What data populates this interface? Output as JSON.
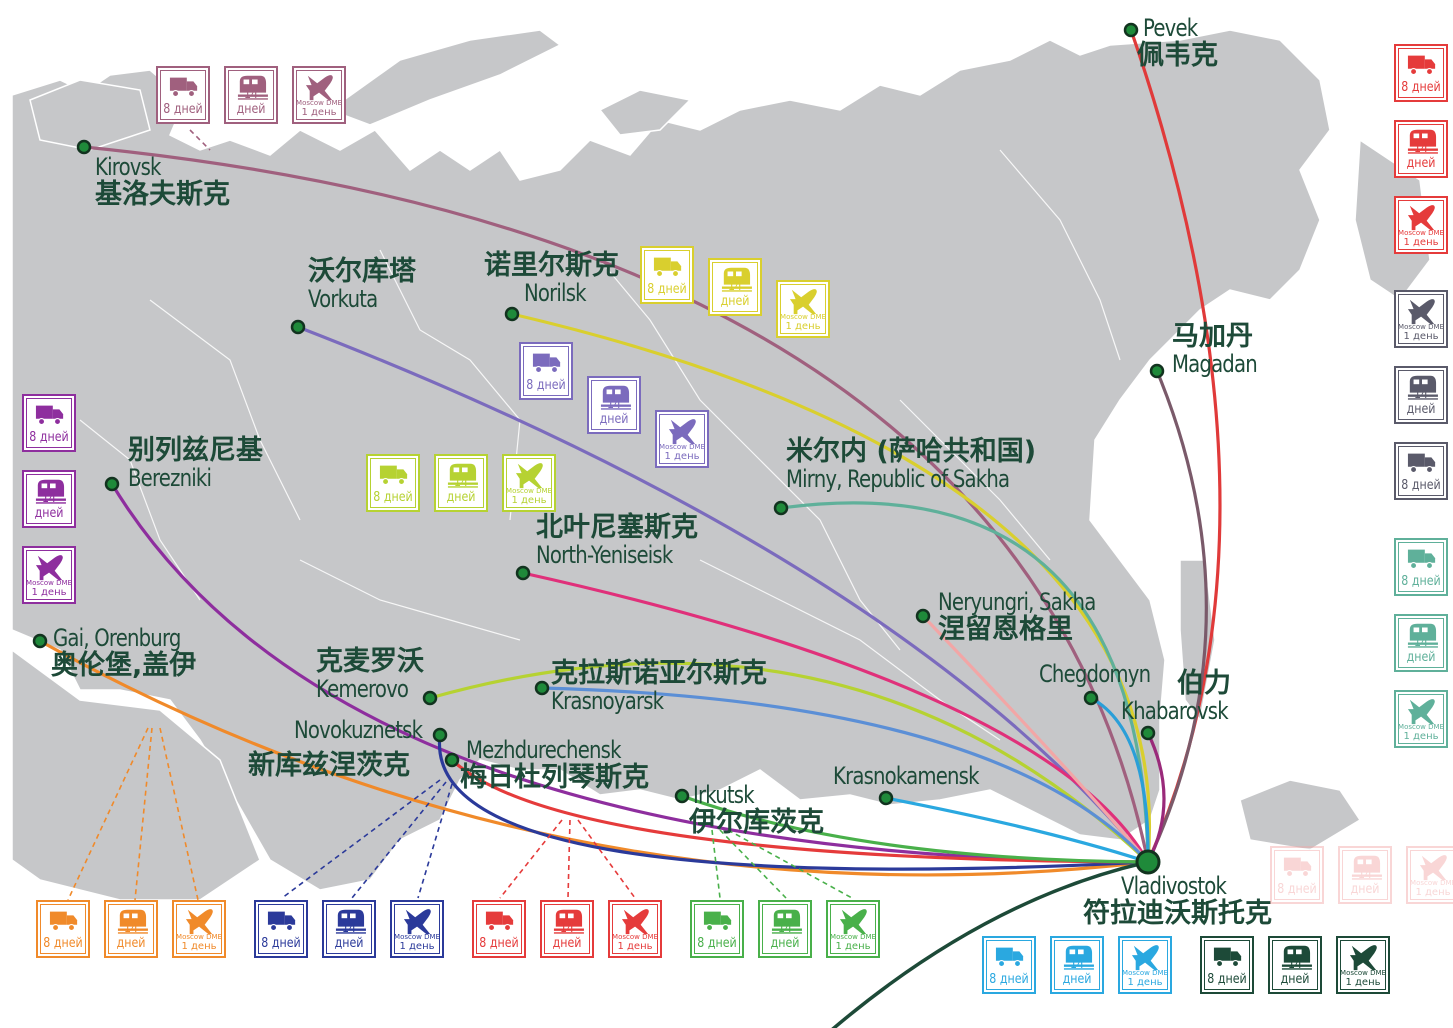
{
  "labels": {
    "kirovsk": {
      "ru": "Kirovsk",
      "zh": "基洛夫斯克"
    },
    "vorkuta": {
      "ru": "Vorkuta",
      "zh": "沃尔库塔"
    },
    "norilsk": {
      "ru": "Norilsk",
      "zh": "诺里尔斯克"
    },
    "pevek": {
      "ru": "Pevek",
      "zh": "佩韦克"
    },
    "magadan": {
      "ru": "Magadan",
      "zh": "马加丹"
    },
    "berezniki": {
      "ru": "Berezniki",
      "zh": "别列兹尼基"
    },
    "mirny": {
      "ru": "Mirny, Republic of Sakha",
      "zh": "米尔内 (萨哈共和国)"
    },
    "north_yeniseisk": {
      "ru": "North-Yeniseisk",
      "zh": "北叶尼塞斯克"
    },
    "neryungri": {
      "ru": "Neryungri, Sakha",
      "zh": "涅留恩格里"
    },
    "gai": {
      "ru": "Gai, Orenburg",
      "zh": "奥伦堡,盖伊"
    },
    "kemerovo": {
      "ru": "Kemerovo",
      "zh": "克麦罗沃"
    },
    "krasnoyarsk": {
      "ru": "Krasnoyarsk",
      "zh": "克拉斯诺亚尔斯克"
    },
    "chegdomyn": {
      "ru": "Chegdomyn"
    },
    "khabarovsk": {
      "ru": "Khabarovsk",
      "zh": "伯力"
    },
    "novokuznetsk": {
      "ru": "Novokuznetsk",
      "zh": "新库兹涅茨克"
    },
    "mezhdurechensk": {
      "ru": "Mezhdurechensk",
      "zh": "梅日杜列琴斯克"
    },
    "irkutsk": {
      "ru": "Irkutsk",
      "zh": "伊尔库茨克"
    },
    "krasnokamensk": {
      "ru": "Krasnokamensk"
    },
    "vladivostok": {
      "ru": "Vladivostok",
      "zh": "符拉迪沃斯托克"
    }
  },
  "transport": {
    "truck": "8 дней",
    "rail": "14 дней",
    "air_line1": "Moscow DME",
    "air_line2": "1 день"
  },
  "transport_icons": [
    "truck-icon",
    "train-icon",
    "airplane-icon"
  ],
  "colors": {
    "kirovsk": "#a0607e",
    "vorkuta": "#7b6bbd",
    "norilsk": "#d9cf2e",
    "pevek": "#e03a3a",
    "magadan": "#7a5a6a",
    "berezniki": "#8e2e9e",
    "mirny": "#5fb09a",
    "north_yeniseisk": "#e0307a",
    "neryungri": "#f2a6a6",
    "gai": "#f08a2a",
    "kemerovo": "#b6d232",
    "krasnoyarsk": "#5b8fd6",
    "chegdomyn": "#2a9fd8",
    "khabarovsk": "#9a2a7a",
    "novokuznetsk": "#2b3a9a",
    "mezhdurechensk": "#e53b3b",
    "irkutsk": "#49b04a",
    "krasnokamensk": "#2aa8e0",
    "vladivostok": "#1d4a38",
    "box_purple": "#8e2e9e",
    "box_orange": "#f08a2a",
    "box_navy": "#2b3a9a",
    "box_red": "#e53b3b",
    "box_green": "#49b04a",
    "box_blue": "#2aa8e0",
    "box_dark": "#1d4a38",
    "box_lime": "#b6d232",
    "box_yellow": "#d9cf2e",
    "box_violet": "#7b6bbd",
    "box_mauve": "#a0607e",
    "box_slate": "#5a5a6a",
    "box_teal": "#5fb09a",
    "box_pink": "#f2a6a6",
    "land": "#c6c7c9",
    "node": "#1f8a3a"
  }
}
